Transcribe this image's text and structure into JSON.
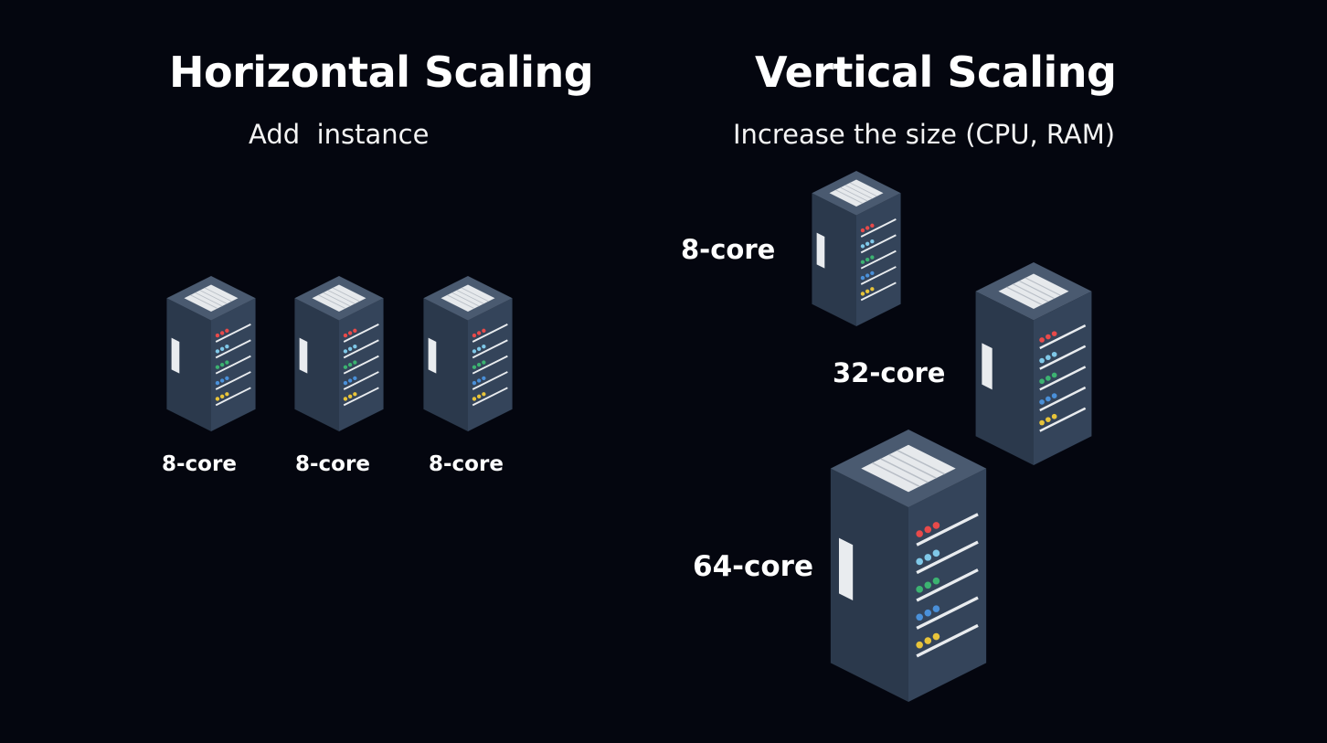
{
  "horizontal": {
    "title": "Horizontal Scaling",
    "subtitle": "Add  instance",
    "servers": [
      {
        "label": "8-core"
      },
      {
        "label": "8-core"
      },
      {
        "label": "8-core"
      }
    ]
  },
  "vertical": {
    "title": "Vertical Scaling",
    "subtitle": "Increase the size (CPU, RAM)",
    "servers": [
      {
        "label": "8-core"
      },
      {
        "label": "32-core"
      },
      {
        "label": "64-core"
      }
    ]
  },
  "colors": {
    "background": "#04060f",
    "server_front": "#3a4a5f",
    "server_side": "#2d3b4d",
    "server_top": "#4d5d72",
    "vent": "#e9ecef",
    "led_rows": [
      "#e84a4a",
      "#7fc8e8",
      "#3cb371",
      "#4a90d9",
      "#e8c43a"
    ]
  }
}
